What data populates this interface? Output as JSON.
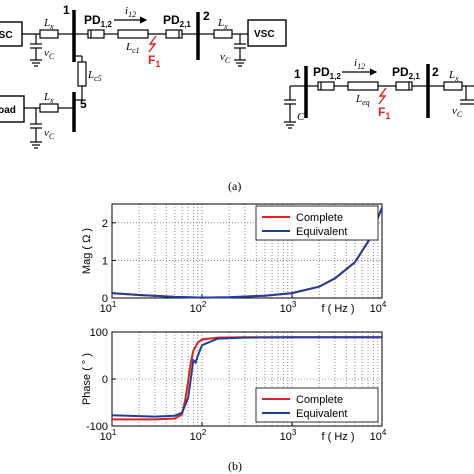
{
  "figure": {
    "panel_a_label": "(a)",
    "panel_b_label": "(b)"
  },
  "circuit_left": {
    "vsc_left": "VSC",
    "vsc_right": "VSC",
    "load": "Load",
    "bus1": "1",
    "bus2": "2",
    "bus5": "5",
    "lx_a": "L",
    "lx_a_sub": "x",
    "lx_b": "L",
    "lx_b_sub": "x",
    "lx_c": "L",
    "lx_c_sub": "x",
    "vc_a": "v",
    "vc_a_sub": "C",
    "vc_b": "v",
    "vc_b_sub": "C",
    "vc_c": "v",
    "vc_c_sub": "C",
    "pd12": "PD",
    "pd12_sub": "1,2",
    "pd21": "PD",
    "pd21_sub": "2,1",
    "i12": "i",
    "i12_sub": "12",
    "lc1": "L",
    "lc1_sub": "c1",
    "lc5": "L",
    "lc5_sub": "c5",
    "fault": "F",
    "fault_sub": "1"
  },
  "circuit_right": {
    "bus1": "1",
    "bus2": "2",
    "pd12": "PD",
    "pd12_sub": "1,2",
    "pd21": "PD",
    "pd21_sub": "2,1",
    "i12": "i",
    "i12_sub": "12",
    "leq": "L",
    "leq_sub": "eq",
    "cap": "C",
    "lx": "L",
    "lx_sub": "x",
    "vc": "v",
    "vc_sub": "C",
    "fault": "F",
    "fault_sub": "1"
  },
  "colors": {
    "complete": "#e02020",
    "equivalent": "#1f3f9f",
    "fault": "#e02020"
  },
  "chart_data": [
    {
      "type": "line",
      "ylabel": "Mag ( Ω )",
      "xlabel": "f ( Hz )",
      "x_scale": "log",
      "xlim": [
        10,
        10000
      ],
      "ylim": [
        0,
        2.5
      ],
      "yticks": [
        0,
        1,
        2
      ],
      "xticks": [
        "10^1",
        "10^2",
        "10^3",
        "10^4"
      ],
      "grid": true,
      "legend_position": "top-right",
      "series": [
        {
          "name": "Complete",
          "x": [
            10,
            20,
            50,
            100,
            200,
            500,
            1000,
            2000,
            3000,
            5000,
            7000,
            10000
          ],
          "y": [
            0.13,
            0.08,
            0.03,
            0.01,
            0.02,
            0.06,
            0.13,
            0.3,
            0.52,
            0.95,
            1.5,
            2.4
          ]
        },
        {
          "name": "Equivalent",
          "x": [
            10,
            20,
            50,
            100,
            200,
            500,
            1000,
            2000,
            3000,
            5000,
            7000,
            10000
          ],
          "y": [
            0.13,
            0.08,
            0.03,
            0.01,
            0.02,
            0.06,
            0.13,
            0.3,
            0.52,
            0.95,
            1.5,
            2.4
          ]
        }
      ]
    },
    {
      "type": "line",
      "ylabel": "Phase ( ° )",
      "xlabel": "f ( Hz )",
      "x_scale": "log",
      "xlim": [
        10,
        10000
      ],
      "ylim": [
        -100,
        100
      ],
      "yticks": [
        -100,
        0,
        100
      ],
      "xticks": [
        "10^1",
        "10^2",
        "10^3",
        "10^4"
      ],
      "grid": true,
      "legend_position": "bottom-right",
      "series": [
        {
          "name": "Complete",
          "x": [
            10,
            30,
            50,
            60,
            65,
            70,
            75,
            80,
            90,
            100,
            150,
            300,
            1000,
            10000
          ],
          "y": [
            -86,
            -86,
            -84,
            -75,
            -45,
            -5,
            35,
            60,
            78,
            84,
            88,
            89,
            89,
            89
          ]
        },
        {
          "name": "Equivalent",
          "x": [
            10,
            30,
            50,
            60,
            70,
            75,
            80,
            85,
            90,
            100,
            150,
            300,
            1000,
            10000
          ],
          "y": [
            -77,
            -80,
            -78,
            -72,
            -40,
            0,
            40,
            35,
            50,
            72,
            86,
            88,
            89,
            89
          ]
        }
      ]
    }
  ]
}
